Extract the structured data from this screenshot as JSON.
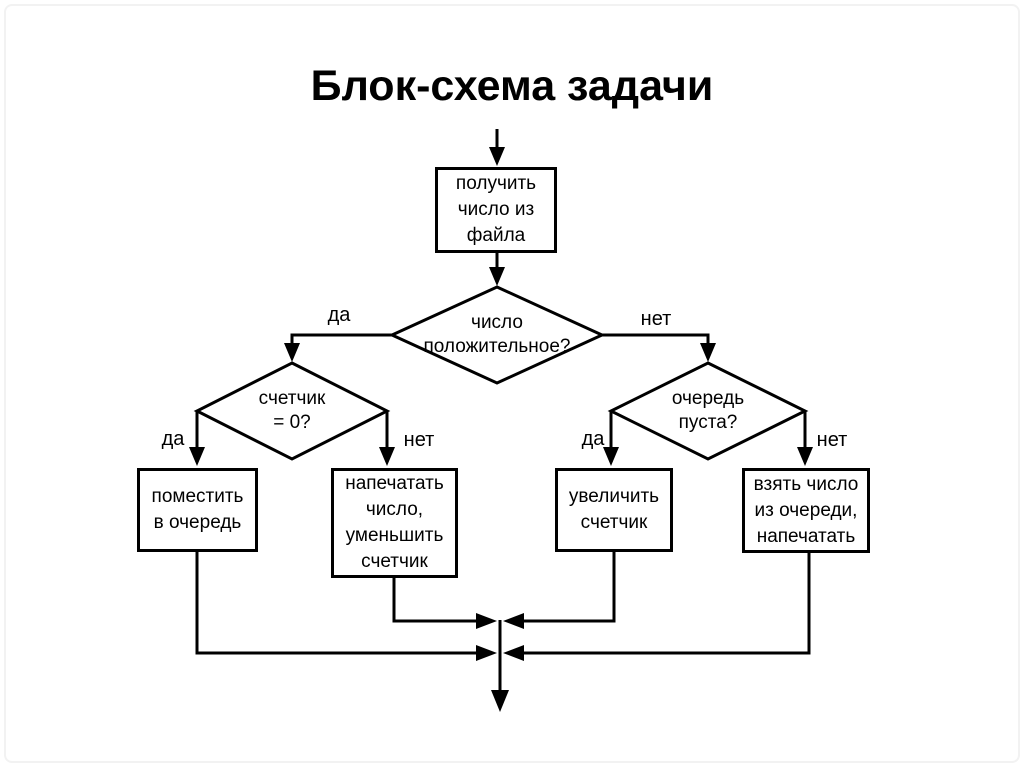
{
  "title": "Блок-схема задачи",
  "flowchart": {
    "nodes": {
      "get_number": "получить\nчисло из\nфайла",
      "number_positive": "число\nположительное?",
      "counter_zero": "счетчик\n= 0?",
      "queue_empty": "очередь\nпуста?",
      "put_in_queue": "поместить\nв очередь",
      "print_decrease": "напечатать\nчисло,\nуменьшить\nсчетчик",
      "increase_counter": "увеличить\nсчетчик",
      "take_print": "взять число\nиз очереди,\nнапечатать"
    },
    "edge_labels": {
      "positive_yes": "да",
      "positive_no": "нет",
      "counter_yes": "да",
      "counter_no": "нет",
      "queue_yes": "да",
      "queue_no": "нет"
    },
    "colors": {
      "line": "#000000",
      "background": "#ffffff"
    }
  }
}
